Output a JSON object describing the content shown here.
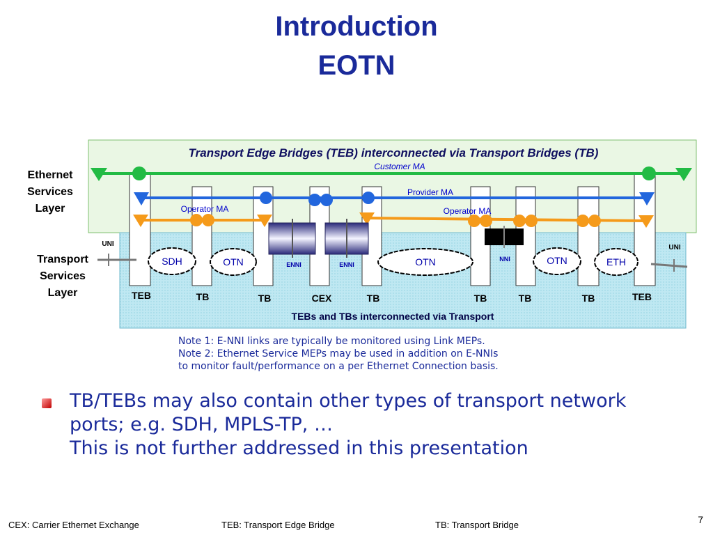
{
  "title": {
    "line1": "Introduction",
    "line2": "EOTN"
  },
  "diagram": {
    "heading": "Transport Edge Bridges (TEB) interconnected via Transport Bridges (TB)",
    "ethernet_layer": [
      "Ethernet",
      "Services",
      "Layer"
    ],
    "transport_layer": [
      "Transport",
      "Services",
      "Layer"
    ],
    "ma_labels": {
      "customer": "Customer MA",
      "provider": "Provider MA",
      "operator_left": "Operator MA",
      "operator_right": "Operator MA"
    },
    "uni_left": "UNI",
    "uni_right": "UNI",
    "networks": [
      "SDH",
      "OTN",
      "OTN",
      "OTN",
      "ETH"
    ],
    "enni": [
      "ENNI",
      "ENNI"
    ],
    "nni": "NNI",
    "bridges": [
      "TEB",
      "TB",
      "TB",
      "CEX",
      "TB",
      "TB",
      "TB",
      "TB",
      "TEB"
    ],
    "bottom_caption": "TEBs and TBs interconnected via Transport",
    "colors": {
      "customer": "#22bb44",
      "provider": "#2266dd",
      "operator": "#f59a1a",
      "ethernet_bg": "#eaf7e4",
      "transport_bg": "#bfe8f2",
      "title": "#1a2a9a"
    }
  },
  "notes": [
    "Note 1: E-NNI links are typically be monitored using Link MEPs.",
    "Note 2: Ethernet Service MEPs may be used in addition on E-NNIs",
    "to monitor fault/performance on a per Ethernet Connection basis."
  ],
  "bullet": [
    "TB/TEBs may also contain other types of transport network",
    "ports; e.g. SDH, MPLS-TP, …",
    "This is not further addressed in this presentation"
  ],
  "footer": {
    "cex": "CEX: Carrier Ethernet Exchange",
    "teb": "TEB: Transport Edge Bridge",
    "tb": "TB: Transport Bridge",
    "page": "7"
  }
}
